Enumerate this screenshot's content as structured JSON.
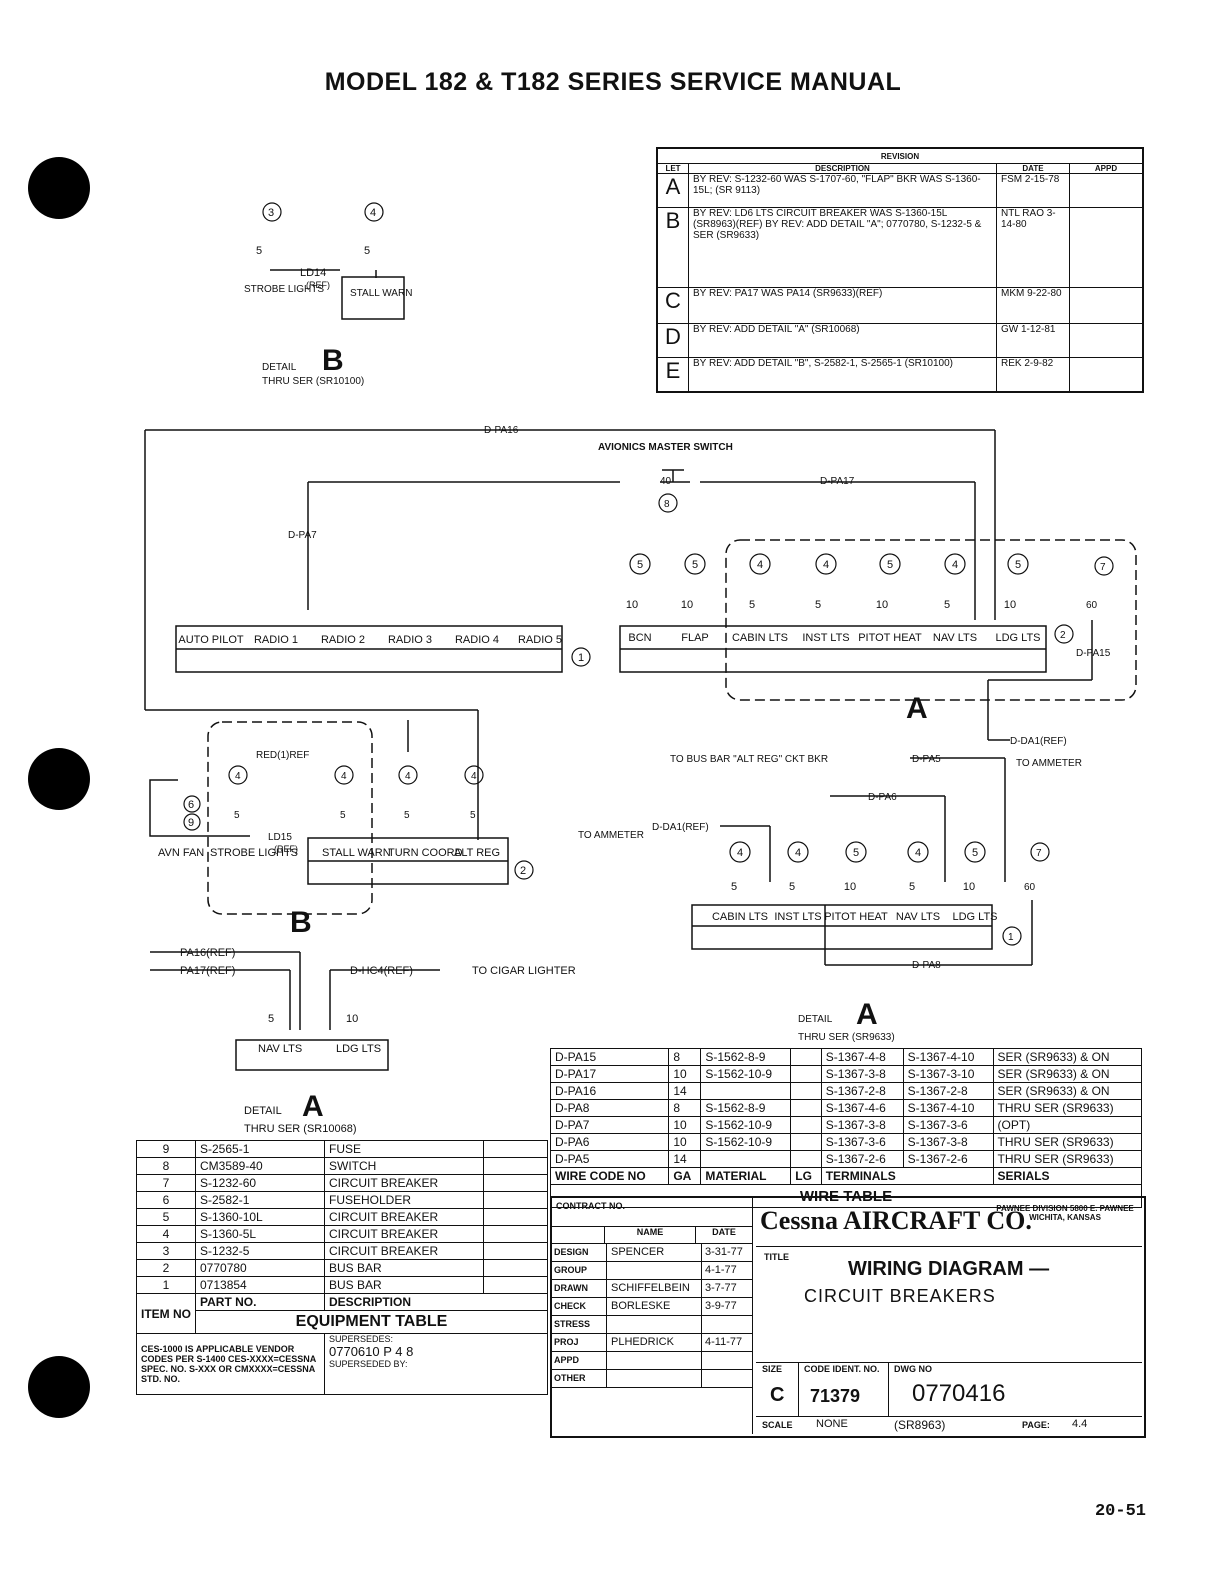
{
  "header": {
    "title": "MODEL 182 & T182 SERIES SERVICE MANUAL"
  },
  "revision": {
    "heading": "REVISION",
    "columns": [
      "LET",
      "DESCRIPTION",
      "DATE",
      "APPD"
    ],
    "rows": [
      {
        "let": "A",
        "desc": "BY REV: S-1232-60 WAS S-1707-60, \"FLAP\" BKR WAS S-1360-15L; (SR 9113)",
        "date": "FSM 2-15-78",
        "appd": ""
      },
      {
        "let": "B",
        "desc": "BY REV: LD6 LTS CIRCUIT BREAKER WAS S-1360-15L (SR8963)(REF) BY REV: ADD DETAIL \"A\"; 0770780, S-1232-5 & SER (SR9633)",
        "date": "NTL RAO 3-14-80",
        "appd": ""
      },
      {
        "let": "C",
        "desc": "BY REV: PA17 WAS PA14 (SR9633)(REF)",
        "date": "MKM 9-22-80",
        "appd": ""
      },
      {
        "let": "D",
        "desc": "BY REV: ADD DETAIL \"A\" (SR10068)",
        "date": "GW 1-12-81",
        "appd": ""
      },
      {
        "let": "E",
        "desc": "BY REV: ADD DETAIL \"B\", S-2582-1, S-2565-1 (SR10100)",
        "date": "REK 2-9-82",
        "appd": ""
      }
    ]
  },
  "diagram": {
    "detail_b_top": {
      "title": "DETAIL",
      "letter": "B",
      "sub": "THRU SER (SR10100)",
      "strobe": "STROBE LIGHTS",
      "ld14": "LD14",
      "ref": "(REF)",
      "stall": "STALL WARN",
      "item3": "3",
      "item4": "4",
      "amp": "5"
    },
    "avionics": {
      "label": "AVIONICS MASTER SWITCH",
      "amp": "40",
      "item": "8",
      "pa16": "D-PA16",
      "pa17": "D-PA17",
      "pa7": "D-PA7"
    },
    "bus1": {
      "items": [
        "AUTO PILOT",
        "RADIO 1",
        "RADIO 2",
        "RADIO 3",
        "RADIO 4",
        "RADIO 5"
      ],
      "bus_item": "1"
    },
    "bus2": {
      "items": [
        {
          "label": "BCN",
          "amp": "10",
          "item": "5"
        },
        {
          "label": "FLAP",
          "amp": "10",
          "item": "5"
        },
        {
          "label": "CABIN LTS",
          "amp": "5",
          "item": "4"
        },
        {
          "label": "INST LTS",
          "amp": "5",
          "item": "4"
        },
        {
          "label": "PITOT HEAT",
          "amp": "10",
          "item": "5"
        },
        {
          "label": "NAV LTS",
          "amp": "5",
          "item": "4"
        },
        {
          "label": "LDG LTS",
          "amp": "10",
          "item": "5"
        }
      ],
      "bus_item": "2",
      "pa15_amp": "60",
      "pa15_item": "7",
      "pa15": "D-PA15",
      "arrow": "A",
      "dai_ref": "D-DA1(REF)",
      "to_ammeter": "TO AMMETER"
    },
    "bus3": {
      "items": [
        {
          "label": "STROBE LIGHTS",
          "amp": "5",
          "item": "4"
        },
        {
          "label": "STALL WARN",
          "amp": "5",
          "item": "4"
        },
        {
          "label": "TURN COORD",
          "amp": "5",
          "item": "4"
        },
        {
          "label": "ALT REG",
          "amp": "5",
          "item": "4"
        }
      ],
      "avn_fan": "AVN FAN",
      "fan_items": [
        "6",
        "9"
      ],
      "red_ref": "RED(1)REF",
      "ld15": "LD15",
      "ref": "(REF)",
      "bus_item": "2",
      "arrow": "B"
    },
    "detail_a_lower": {
      "to_bus": "TO BUS BAR \"ALT REG\" CKT BKR",
      "pa5": "D-PA5",
      "pa6": "D-PA6",
      "to_ammeter": "TO AMMETER",
      "dai": "D-DA1(REF)",
      "items": [
        {
          "label": "CABIN LTS",
          "amp": "5",
          "item": "4"
        },
        {
          "label": "INST LTS",
          "amp": "5",
          "item": "4"
        },
        {
          "label": "PITOT HEAT",
          "amp": "10",
          "item": "5"
        },
        {
          "label": "NAV LTS",
          "amp": "5",
          "item": "4"
        },
        {
          "label": "LDG LTS",
          "amp": "10",
          "item": "5"
        }
      ],
      "amp60": "60",
      "item7": "7",
      "bus_item": "1",
      "pa8": "D-PA8",
      "title": "DETAIL",
      "letter": "A",
      "sub": "THRU SER (SR9633)"
    },
    "detail_a_left": {
      "pa16ref": "PA16(REF)",
      "pa17ref": "PA17(REF)",
      "hc4": "D-HC4(REF)",
      "cigar": "TO CIGAR LIGHTER",
      "nav": "NAV LTS",
      "ldg": "LDG LTS",
      "amp5": "5",
      "amp10": "10",
      "title": "DETAIL",
      "letter": "A",
      "sub": "THRU SER (SR10068)"
    }
  },
  "wire_table": {
    "title": "WIRE TABLE",
    "columns": [
      "WIRE CODE NO",
      "GA",
      "MATERIAL",
      "LG",
      "TERMINALS",
      "",
      "SERIALS"
    ],
    "rows": [
      [
        "D-PA15",
        "8",
        "S-1562-8-9",
        "",
        "S-1367-4-8",
        "S-1367-4-10",
        "SER (SR9633) & ON"
      ],
      [
        "D-PA17",
        "10",
        "S-1562-10-9",
        "",
        "S-1367-3-8",
        "S-1367-3-10",
        "SER (SR9633) & ON"
      ],
      [
        "D-PA16",
        "14",
        "",
        "",
        "S-1367-2-8",
        "S-1367-2-8",
        "SER (SR9633) & ON"
      ],
      [
        "D-PA8",
        "8",
        "S-1562-8-9",
        "",
        "S-1367-4-6",
        "S-1367-4-10",
        "THRU SER (SR9633)"
      ],
      [
        "D-PA7",
        "10",
        "S-1562-10-9",
        "",
        "S-1367-3-8",
        "S-1367-3-6",
        "(OPT)"
      ],
      [
        "D-PA6",
        "10",
        "S-1562-10-9",
        "",
        "S-1367-3-6",
        "S-1367-3-8",
        "THRU SER (SR9633)"
      ],
      [
        "D-PA5",
        "14",
        "",
        "",
        "S-1367-2-6",
        "S-1367-2-6",
        "THRU SER (SR9633)"
      ]
    ]
  },
  "equipment_table": {
    "title": "EQUIPMENT TABLE",
    "columns": [
      "ITEM NO",
      "PART NO.",
      "DESCRIPTION"
    ],
    "rows": [
      [
        "9",
        "S-2565-1",
        "FUSE"
      ],
      [
        "8",
        "CM3589-40",
        "SWITCH"
      ],
      [
        "7",
        "S-1232-60",
        "CIRCUIT BREAKER"
      ],
      [
        "6",
        "S-2582-1",
        "FUSEHOLDER"
      ],
      [
        "5",
        "S-1360-10L",
        "CIRCUIT BREAKER"
      ],
      [
        "4",
        "S-1360-5L",
        "CIRCUIT BREAKER"
      ],
      [
        "3",
        "S-1232-5",
        "CIRCUIT BREAKER"
      ],
      [
        "2",
        "0770780",
        "BUS BAR"
      ],
      [
        "1",
        "0713854",
        "BUS BAR"
      ]
    ],
    "notes": "CES-1000 IS APPLICABLE VENDOR CODES PER S-1400 CES-XXXX=CESSNA SPEC. NO. S-XXX OR CMXXXX=CESSNA STD. NO.",
    "supersedes_label": "SUPERSEDES:",
    "supersedes_value": "0770610 P 4 8",
    "superseded_label": "SUPERSEDED BY:"
  },
  "title_block": {
    "contract": "CONTRACT NO.",
    "name_col": "NAME",
    "date_col": "DATE",
    "rows": [
      [
        "DESIGN",
        "SPENCER",
        "3-31-77"
      ],
      [
        "GROUP",
        "",
        "4-1-77"
      ],
      [
        "DRAWN",
        "SCHIFFELBEIN",
        "3-7-77"
      ],
      [
        "CHECK",
        "BORLESKE",
        "3-9-77"
      ],
      [
        "STRESS",
        "",
        ""
      ],
      [
        "PROJ",
        "PLHEDRICK",
        "4-11-77"
      ],
      [
        "APPD",
        "",
        ""
      ],
      [
        "OTHER",
        "",
        ""
      ]
    ],
    "company": "Cessna AIRCRAFT CO.",
    "division": "PAWNEE DIVISION 5800 E. PAWNEE WICHITA, KANSAS",
    "title_label": "TITLE",
    "title_main": "WIRING DIAGRAM —",
    "title_sub": "CIRCUIT BREAKERS",
    "size_label": "SIZE",
    "size": "C",
    "code_label": "CODE IDENT. NO.",
    "code": "71379",
    "dwg_label": "DWG NO",
    "dwg": "0770416",
    "scale_label": "SCALE",
    "scale": "NONE",
    "sr": "(SR8963)",
    "page_label": "PAGE:",
    "page": "4.4"
  },
  "footer": {
    "page": "20-51"
  }
}
